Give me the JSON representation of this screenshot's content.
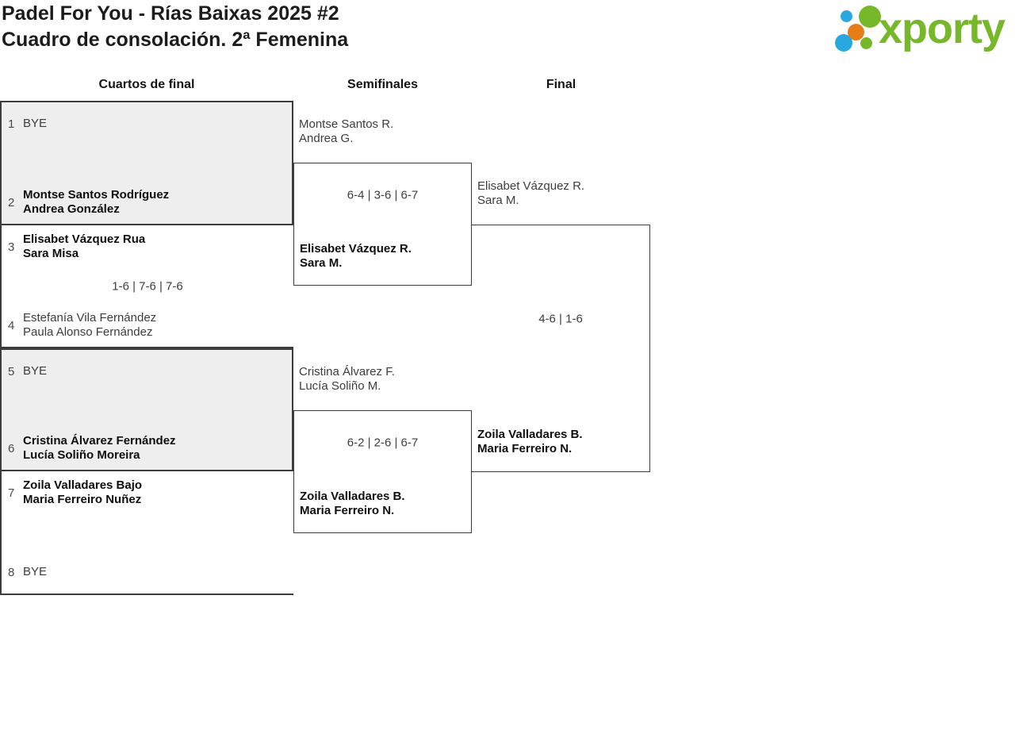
{
  "page": {
    "title_line1": "Padel For You - Rías Baixas 2025 #2",
    "title_line2": "Cuadro de consolación. 2ª Femenina"
  },
  "logo": {
    "text": "xporty",
    "green": "#76b82a",
    "blue": "#29a8e0",
    "orange": "#e87c16"
  },
  "colors": {
    "shaded_box": "#eeeeee",
    "border": "#3c3c3c",
    "text_regular": "#3d3d3d",
    "text_winner": "#0f0f0f"
  },
  "rounds": {
    "quarterfinals_label": "Cuartos de final",
    "semifinals_label": "Semifinales",
    "final_label": "Final"
  },
  "quarterfinals": [
    {
      "seed_top": "1",
      "top_line1": "BYE",
      "top_line2": "",
      "top_is_winner": false,
      "score": "",
      "seed_bottom": "2",
      "bottom_line1": "Montse Santos Rodríguez",
      "bottom_line2": "Andrea González",
      "bottom_is_winner": true
    },
    {
      "seed_top": "3",
      "top_line1": "Elisabet Vázquez Rua",
      "top_line2": "Sara Misa",
      "top_is_winner": true,
      "score": "1-6 | 7-6 | 7-6",
      "seed_bottom": "4",
      "bottom_line1": "Estefanía Vila Fernández",
      "bottom_line2": "Paula Alonso Fernández",
      "bottom_is_winner": false
    },
    {
      "seed_top": "5",
      "top_line1": "BYE",
      "top_line2": "",
      "top_is_winner": false,
      "score": "",
      "seed_bottom": "6",
      "bottom_line1": "Cristina Álvarez Fernández",
      "bottom_line2": "Lucía Soliño Moreira",
      "bottom_is_winner": true
    },
    {
      "seed_top": "7",
      "top_line1": "Zoila Valladares Bajo",
      "top_line2": "Maria Ferreiro Nuñez",
      "top_is_winner": true,
      "score": "",
      "seed_bottom": "8",
      "bottom_line1": "BYE",
      "bottom_line2": "",
      "bottom_is_winner": false
    }
  ],
  "semifinals": [
    {
      "entrant_line1": "Montse Santos R.",
      "entrant_line2": "Andrea G.",
      "score": "6-4 | 3-6 | 6-7",
      "winner_line1": "Elisabet Vázquez R.",
      "winner_line2": "Sara M."
    },
    {
      "entrant_line1": "Cristina Álvarez F.",
      "entrant_line2": "Lucía Soliño M.",
      "score": "6-2 | 2-6 | 6-7",
      "winner_line1": "Zoila Valladares B.",
      "winner_line2": "Maria Ferreiro N."
    }
  ],
  "final": {
    "entrant_line1": "Elisabet Vázquez R.",
    "entrant_line2": "Sara M.",
    "score": "4-6 | 1-6",
    "winner_line1": "Zoila Valladares B.",
    "winner_line2": "Maria Ferreiro N."
  }
}
